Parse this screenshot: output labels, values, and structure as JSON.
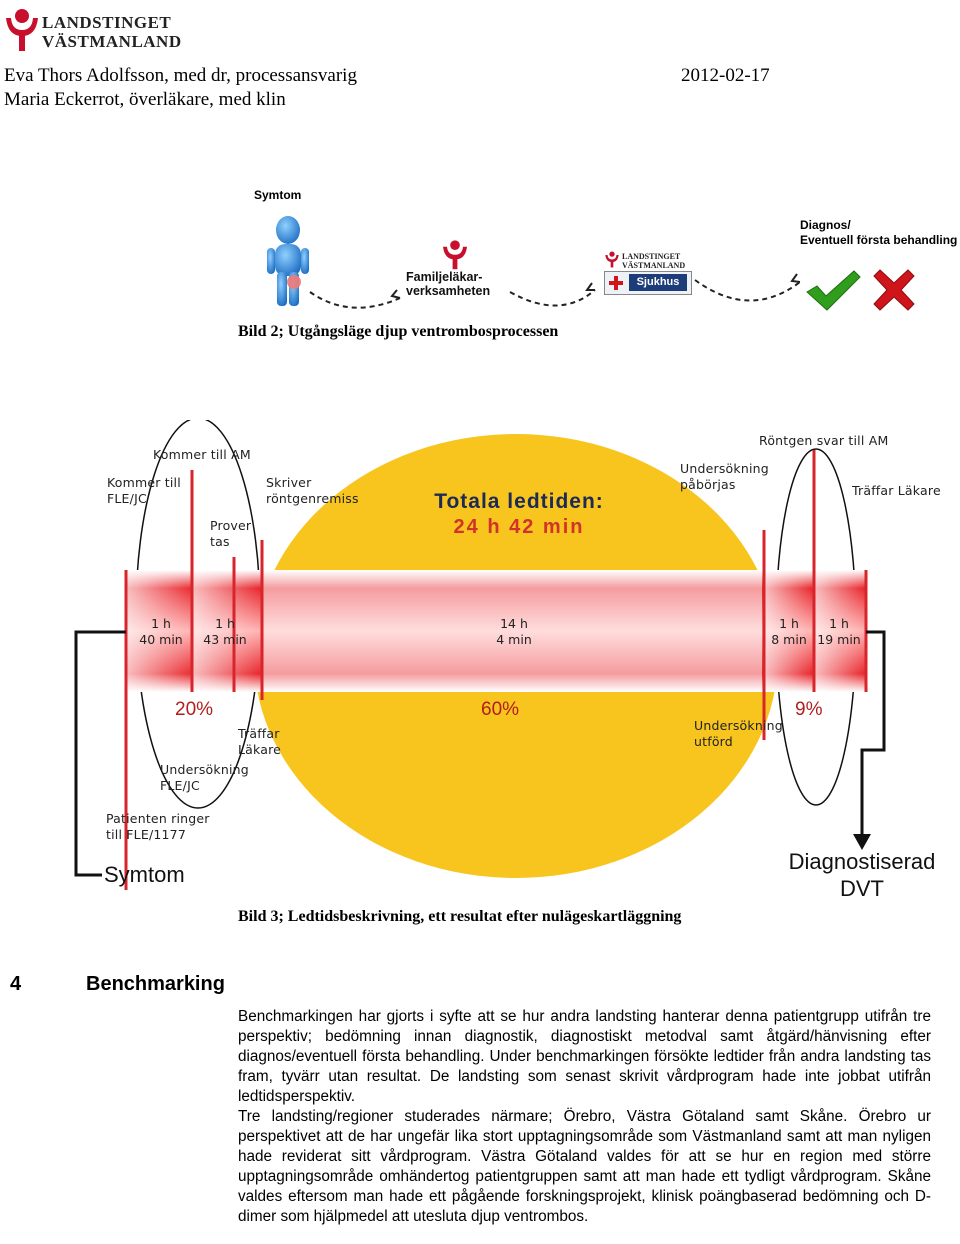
{
  "header": {
    "logo_line1": "LANDSTINGET",
    "logo_line2": "VÄSTMANLAND",
    "author1": "Eva Thors Adolfsson, med dr, processansvarig",
    "date": "2012-02-17",
    "author2": "Maria Eckerrot, överläkare, med klin"
  },
  "figure2": {
    "symptom_label": "Symtom",
    "diagnosis_label_line1": "Diagnos/",
    "diagnosis_label_line2": "Eventuell första behandling",
    "fam_line1": "Familjeläkar-",
    "fam_line2": "verksamheten",
    "hospital_logo_line1": "LANDSTINGET",
    "hospital_logo_line2": "VÄSTMANLAND",
    "hospital_label": "Sjukhus",
    "caption": "Bild 2; Utgångsläge djup ventrombosprocessen"
  },
  "figure3": {
    "total_title": "Totala ledtiden:",
    "total_value": "24 h 42 min",
    "events_top": {
      "kommer_flejc": [
        "Kommer till",
        "FLE/JC"
      ],
      "kommer_am": "Kommer till AM",
      "prover": [
        "Prover",
        "tas"
      ],
      "skriver": [
        "Skriver",
        "röntgenremiss"
      ],
      "us_paborjas": [
        "Undersökning",
        "påbörjas"
      ],
      "rontgen_svar": "Röntgen svar till AM",
      "traffar_lakare_top": "Träffar Läkare"
    },
    "segments": [
      {
        "line1": "1 h",
        "line2": "40 min"
      },
      {
        "line1": "1 h",
        "line2": "43 min"
      },
      {
        "line1": "14 h",
        "line2": "4 min"
      },
      {
        "line1": "1 h",
        "line2": "8 min"
      },
      {
        "line1": "1 h",
        "line2": "19 min"
      }
    ],
    "percentages": {
      "left": "20%",
      "middle": "60%",
      "right": "9%"
    },
    "events_bottom": {
      "traffar_lakare": [
        "Träffar",
        "Läkare"
      ],
      "us_flejc": [
        "Undersökning",
        "FLE/JC"
      ],
      "us_utford": [
        "Undersökning",
        "utförd"
      ],
      "patient_ringer": [
        "Patienten ringer",
        "till FLE/1177"
      ]
    },
    "symptom_label": "Symtom",
    "diagnosed_line1": "Diagnostiserad",
    "diagnosed_line2": "DVT",
    "caption": "Bild 3; Ledtidsbeskrivning, ett resultat efter nulägeskartläggning"
  },
  "section": {
    "number": "4",
    "title": "Benchmarking",
    "para1": "Benchmarkingen har gjorts i syfte att se hur andra landsting hanterar denna patientgrupp utifrån tre perspektiv; bedömning innan diagnostik, diagnostiskt metodval samt åtgärd/hänvisning efter diagnos/eventuell första behandling. Under benchmarkingen försökte ledtider från andra landsting tas fram, tyvärr utan resultat. De landsting som senast skrivit vårdprogram hade inte jobbat utifrån ledtidsperspektiv.",
    "para2": "Tre landsting/regioner studerades närmare; Örebro, Västra Götaland samt Skåne. Örebro ur perspektivet att de har ungefär lika stort upptagningsområde som Västmanland samt att man nyligen hade reviderat sitt vårdprogram. Västra Götaland valdes för att se hur en region med större upptagningsområde omhändertog patientgruppen samt att man hade ett tydligt vårdprogram. Skåne valdes eftersom man hade ett pågående forskningsprojekt, klinisk poängbaserad bedömning och D-dimer som hjälpmedel att utesluta djup ventrombos."
  },
  "colors": {
    "brand_red": "#c8102e",
    "yellow": "#f7c51d",
    "bar_red": "#e8242a",
    "pct_red": "#b21e1e",
    "green_check": "#2f9e1d",
    "red_cross": "#d0141c"
  }
}
